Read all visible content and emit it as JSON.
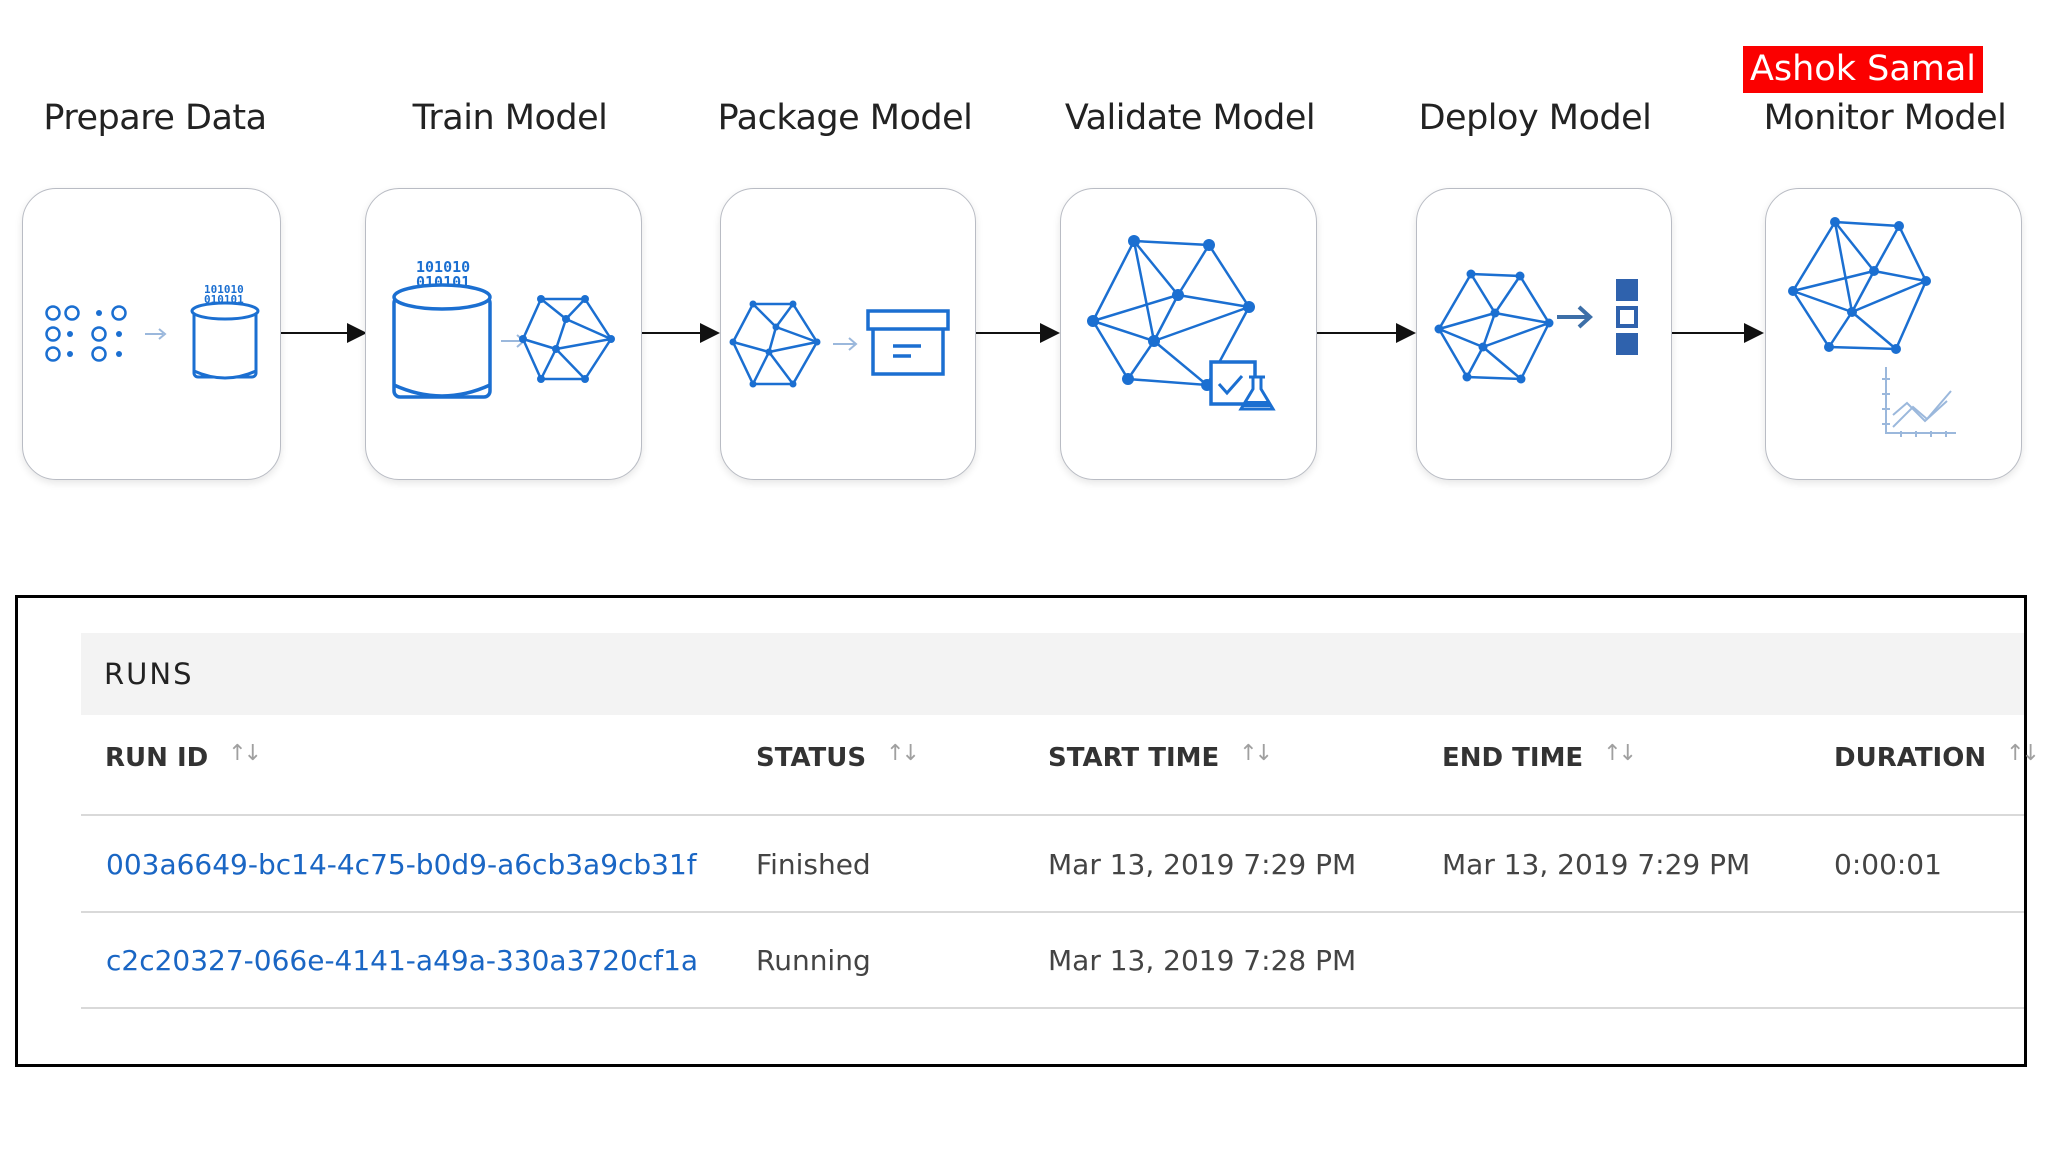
{
  "author_badge": "Ashok Samal",
  "pipeline": {
    "stages": [
      {
        "title": "Prepare Data",
        "icon": "prepare-data-icon"
      },
      {
        "title": "Train Model",
        "icon": "train-model-icon"
      },
      {
        "title": "Package Model",
        "icon": "package-model-icon"
      },
      {
        "title": "Validate Model",
        "icon": "validate-model-icon"
      },
      {
        "title": "Deploy Model",
        "icon": "deploy-model-icon"
      },
      {
        "title": "Monitor Model",
        "icon": "monitor-model-icon"
      }
    ],
    "colors": {
      "accent": "#1b6fd1",
      "accent_light": "#3d8ae0",
      "arrow": "#111111"
    }
  },
  "runs": {
    "title": "RUNS",
    "columns": [
      "RUN ID",
      "STATUS",
      "START TIME",
      "END TIME",
      "DURATION"
    ],
    "sort_icon": "sort-arrows-icon",
    "rows": [
      {
        "run_id": "003a6649-bc14-4c75-b0d9-a6cb3a9cb31f",
        "status": "Finished",
        "start_time": "Mar 13, 2019 7:29 PM",
        "end_time": "Mar 13, 2019 7:29 PM",
        "duration": "0:00:01"
      },
      {
        "run_id": "c2c20327-066e-4141-a49a-330a3720cf1a",
        "status": "Running",
        "start_time": "Mar 13, 2019 7:28 PM",
        "end_time": "",
        "duration": ""
      }
    ]
  }
}
